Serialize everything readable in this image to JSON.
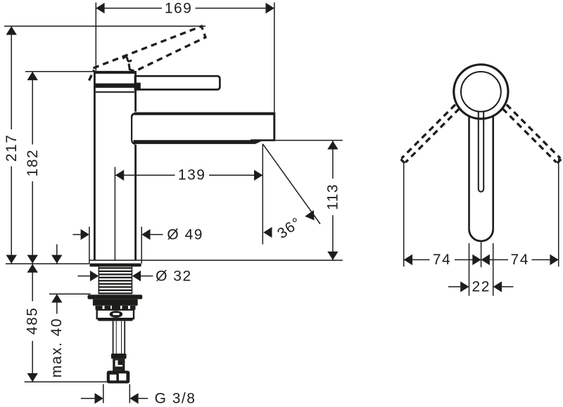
{
  "document": {
    "type": "technical dimensional drawing",
    "subject": "single-lever basin mixer faucet, side elevation and handle plan view",
    "background_color": "#ffffff",
    "line_color": "#1d1d1b"
  },
  "side_view": {
    "name": "faucet side elevation with mounting shank and supply hose",
    "dimensions": {
      "overall_depth": "169",
      "overall_height": "217",
      "height_to_body_top": "182",
      "spout_reach": "139",
      "spout_height": "113",
      "spray_angle": "36°",
      "body_diameter": "Ø 49",
      "shank_diameter": "Ø 32",
      "hose_length": "485",
      "max_deck_thickness": "max. 40",
      "supply_connection": "G 3/8"
    }
  },
  "front_view": {
    "name": "handle plan view with swing range",
    "dimensions": {
      "swing_left": "74",
      "swing_right": "74",
      "handle_width": "22"
    }
  }
}
